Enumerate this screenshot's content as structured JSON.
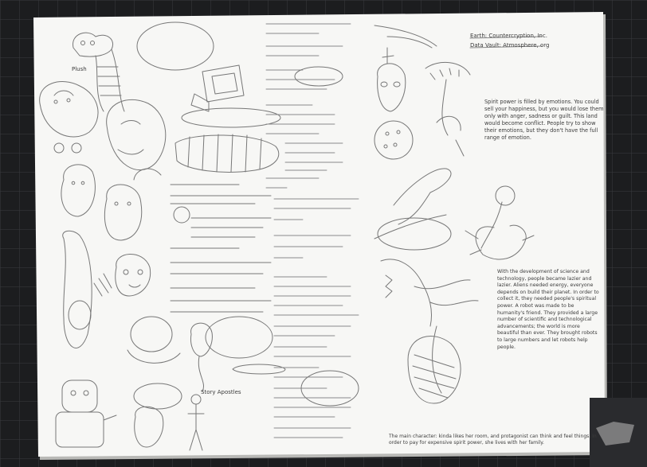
{
  "sheet": {
    "header_lines": [
      "Earth: Countercryption, Inc.",
      "Data Vault: Atmosphere, org"
    ],
    "sketch_labels": {
      "top_left_creature": "Plush",
      "bottom_center_figure": "Story Apostles"
    },
    "right_notes": {
      "spirit_paragraph": "Spirit power is filled by emotions. You could sell your happiness, but you would lose them only with anger, sadness or guilt. This land would become conflict. People try to show their emotions, but they don't have the full range of emotion.",
      "history_paragraph": "With the development of science and technology, people became lazier and lazier. Aliens needed energy, everyone depends on build their planet. In order to collect it, they needed people's spiritual power. A robot was made to be humanity's friend. They provided a large number of scientific and technological advancements; the world is more beautiful than ever. They brought robots to large numbers and let robots help people.",
      "bottom_paragraph": "The main character: kinda likes her room, and protagonist can think and feel things. In order to pay for expensive spirit power, she lives with her family."
    }
  },
  "colors": {
    "backdrop": "#1c1d1f",
    "cutting_mat_grid": "#3a3b3f",
    "paper": "#f7f7f5",
    "pencil": "#6b6b6b"
  }
}
